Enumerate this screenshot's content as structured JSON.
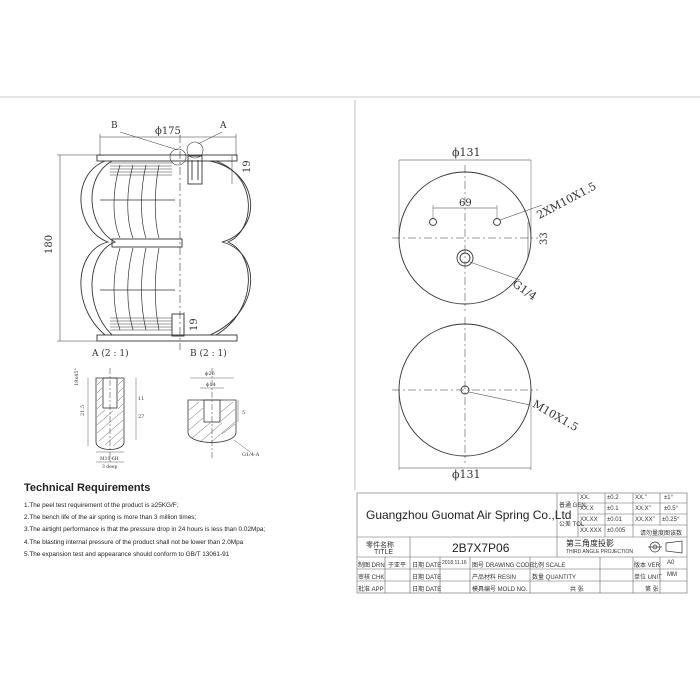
{
  "labels": {
    "b": "B",
    "a": "A",
    "dia175": "ϕ175",
    "h19top": "19",
    "h180": "180",
    "h19bot": "19",
    "detail_a": "A (2 : 1)",
    "detail_b": "B (2 : 1)",
    "dia131_top": "ϕ131",
    "dim69": "69",
    "dim33": "33",
    "thread_2xm10": "2XM10X1.5",
    "thread_g14": "G1/4",
    "thread_m10": "M10X1.5",
    "dia131_bot": "ϕ131"
  },
  "detail_dims": {
    "a_d1": "18x45°",
    "a_d2": "11",
    "a_d3": "21.5",
    "a_d4": "27",
    "a_d5": "M10-6H",
    "a_d6": "3 deep",
    "b_d1": "ϕ26",
    "b_d2": "ϕ14",
    "b_d3": "G1/4-A",
    "b_d4": "5"
  },
  "tech": {
    "title": "Technical Requirements",
    "items": [
      "1.The peel test requirement of the product is ≥25KG/F;",
      "2.The bench life of the air spring is more than 3 million times;",
      "3.The airtight performance is that the pressure drop in 24 hours is less than 0.02Mpa;",
      "4.The blasting internal pressure of the product shall not be lower than 2.0Mpa",
      "5.The expansion test and appearance should conform to GB/T 13061-91"
    ]
  },
  "titleblock": {
    "company": "Guangzhou Guomat Air Spring Co.,Ltd",
    "part_name": "零件名称",
    "title_en": "TITLE",
    "drawing_code": "2B7X7P06",
    "projection_cn": "第三角度投影",
    "projection_en": "THIRD ANGLE PROJECTION",
    "tol_gen": "普通 GEN",
    "tol_pub": "公差 TOL",
    "tol_rows": [
      {
        "a": "XX.",
        "b": "±0.2",
        "c": "XX.\"",
        "d": "±1°"
      },
      {
        "a": "XX.X",
        "b": "±0.1",
        "c": "XX.X\"",
        "d": "±0.5°"
      },
      {
        "a": "XX.XX",
        "b": "±0.01",
        "c": "XX.XX\"",
        "d": "±0.25°"
      },
      {
        "a": "XX.XXX",
        "b": "±0.005",
        "c": "请勿量度图该数",
        "d": ""
      }
    ],
    "drn": "制图 DRN",
    "drn_name": "于亚平",
    "date_label": "日期 DATE",
    "date_value": "2018.11.16",
    "drawing_code_label": "图号 DRAWING CODE",
    "scale_label": "比例 SCALE",
    "ver_label": "版本 VER",
    "ver_value": "A0",
    "chk": "审核 CHK",
    "resin_label": "产品材料 RESIN",
    "qty_label": "数量 QUANTITY",
    "unit_label": "单位 UNIT",
    "unit_value": "MM",
    "app": "批准 APP",
    "mold_label": "模具编号 MOLD NO.",
    "total": "共   张",
    "sheet": "第   张"
  }
}
